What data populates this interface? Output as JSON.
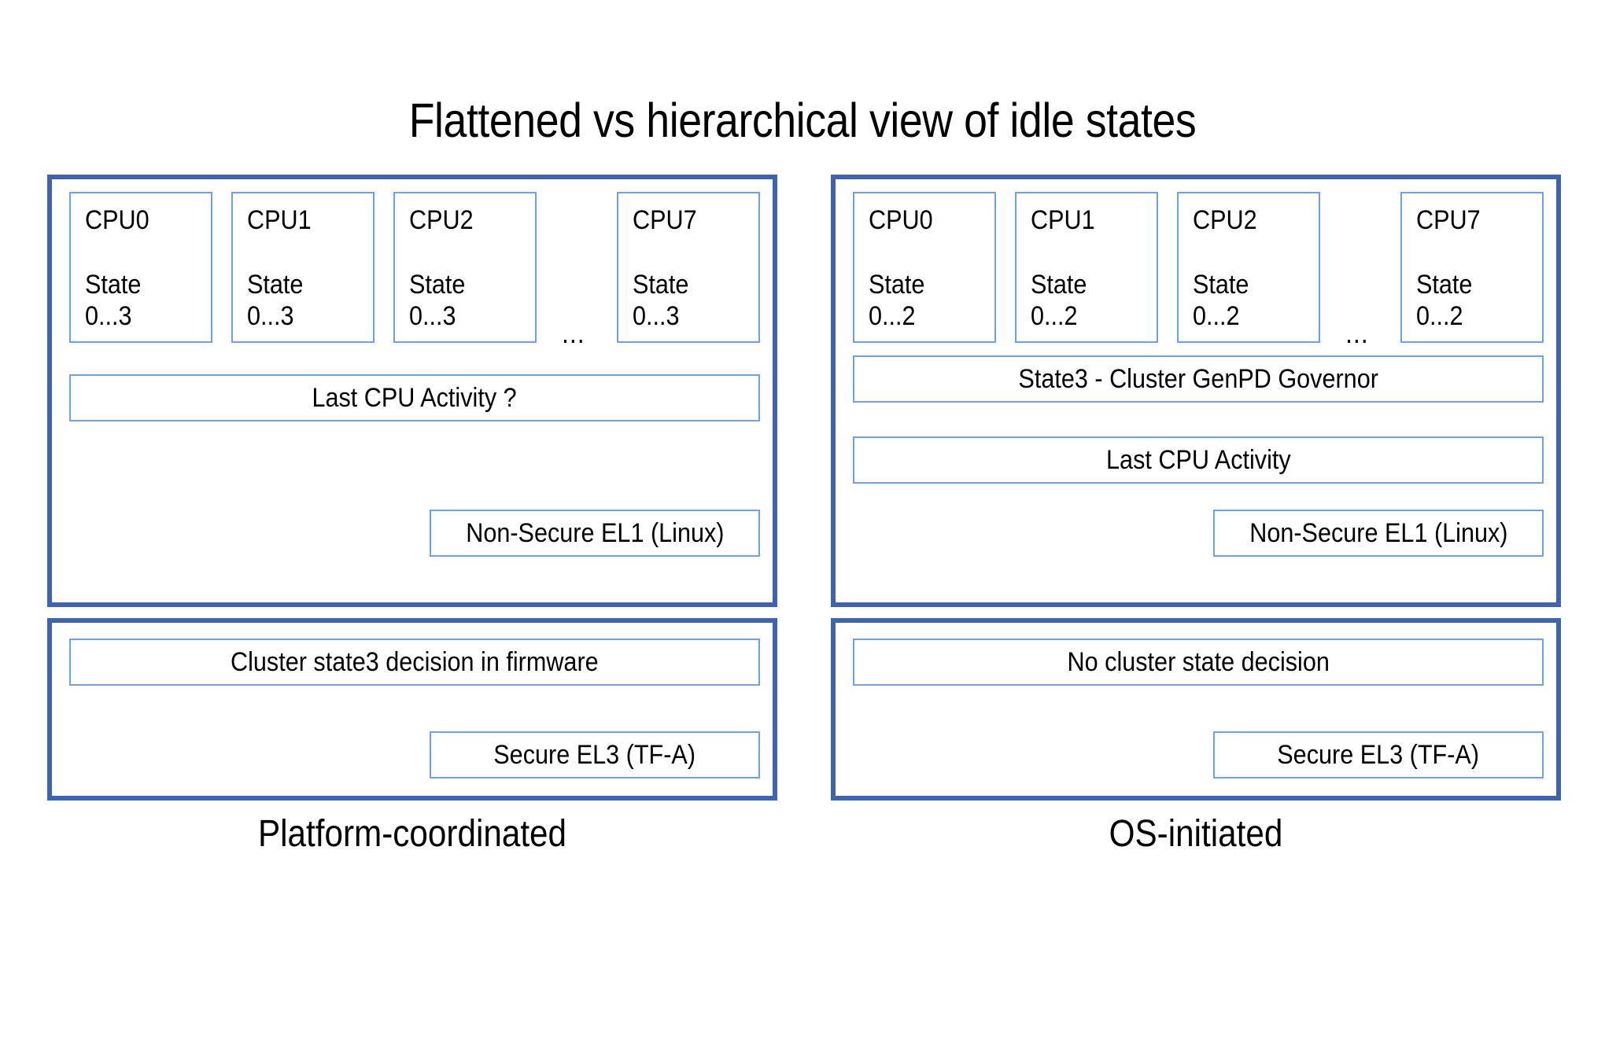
{
  "title": "Flattened vs hierarchical view of idle states",
  "columns": [
    {
      "id": "platform-coordinated",
      "caption": "Platform-coordinated",
      "os_panel": {
        "cpus": [
          {
            "name": "CPU0",
            "state_label": "State",
            "state_range": "0...3"
          },
          {
            "name": "CPU1",
            "state_label": "State",
            "state_range": "0...3"
          },
          {
            "name": "CPU2",
            "state_label": "State",
            "state_range": "0...3"
          },
          {
            "name": "CPU7",
            "state_label": "State",
            "state_range": "0...3"
          }
        ],
        "ellipsis": "...",
        "bars": [
          {
            "id": "last-cpu-activity",
            "label": "Last CPU Activity ?"
          }
        ],
        "exception_level": "Non-Secure EL1 (Linux)"
      },
      "fw_panel": {
        "bars": [
          {
            "id": "cluster-decision",
            "label": "Cluster state3 decision in firmware"
          }
        ],
        "exception_level": "Secure EL3 (TF-A)"
      }
    },
    {
      "id": "os-initiated",
      "caption": "OS-initiated",
      "os_panel": {
        "cpus": [
          {
            "name": "CPU0",
            "state_label": "State",
            "state_range": "0...2"
          },
          {
            "name": "CPU1",
            "state_label": "State",
            "state_range": "0...2"
          },
          {
            "name": "CPU2",
            "state_label": "State",
            "state_range": "0...2"
          },
          {
            "name": "CPU7",
            "state_label": "State",
            "state_range": "0...2"
          }
        ],
        "ellipsis": "...",
        "bars": [
          {
            "id": "cluster-genpd-governor",
            "label": "State3 - Cluster GenPD Governor"
          },
          {
            "id": "last-cpu-activity",
            "label": "Last CPU Activity"
          }
        ],
        "exception_level": "Non-Secure EL1 (Linux)"
      },
      "fw_panel": {
        "bars": [
          {
            "id": "no-cluster-decision",
            "label": "No cluster state decision"
          }
        ],
        "exception_level": "Secure EL3 (TF-A)"
      }
    }
  ],
  "colors": {
    "panel_border": "#3D64AE",
    "box_border": "#6FA0EC",
    "background": "#FFFFFF",
    "text": "#000000"
  }
}
